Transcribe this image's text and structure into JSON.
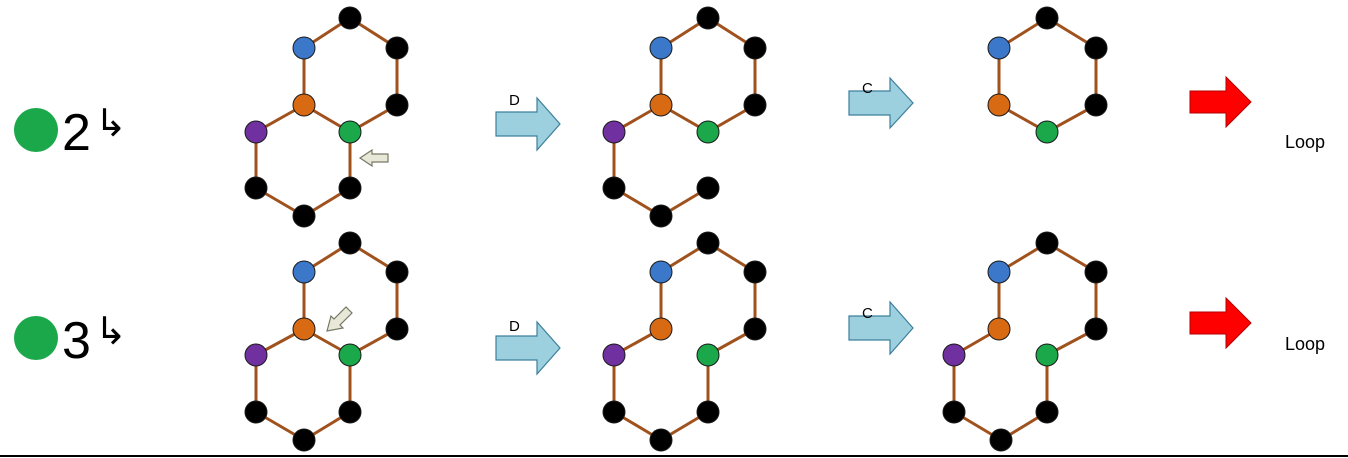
{
  "colors": {
    "edge": "#a0521e",
    "black_node": "#000000",
    "blue_node": "#3b78c9",
    "orange_node": "#d96a14",
    "purple_node": "#7030a0",
    "green_node": "#1aa84a",
    "step_arrow_fill": "#9dd0df",
    "step_arrow_stroke": "#3d7f9c",
    "result_arrow": "#ff0000",
    "hint_arrow_fill": "#e8e8d8",
    "hint_arrow_stroke": "#777766"
  },
  "rows": [
    {
      "label": "2",
      "return_glyph": "↳",
      "marker_color": "#1aa84a",
      "steps": [
        {
          "arrow_label": "D"
        },
        {
          "arrow_label": "C"
        }
      ],
      "result_label": "Loop"
    },
    {
      "label": "3",
      "return_glyph": "↳",
      "marker_color": "#1aa84a",
      "steps": [
        {
          "arrow_label": "D"
        },
        {
          "arrow_label": "C"
        }
      ],
      "result_label": "Loop"
    }
  ]
}
